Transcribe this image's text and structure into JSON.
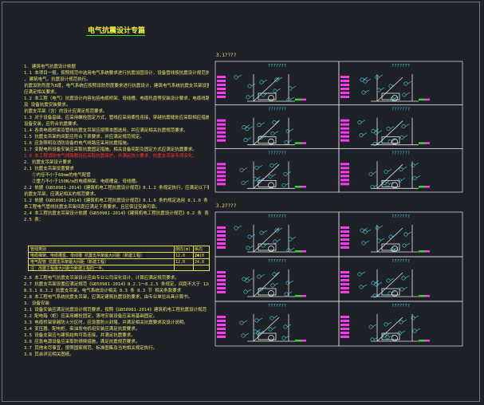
{
  "drawing": {
    "title": "电气抗震设计专篇",
    "colors": {
      "background": "#1e2228",
      "text_yellow": "#eee36a",
      "grid_white": "#e6e6e6",
      "symbol_cyan": "#4fd2e6",
      "tag_magenta": "#ff3cf0",
      "marker_green": "#3ad43a",
      "warning_red": "#ff3030"
    }
  },
  "notes": {
    "lines": [
      {
        "text": "1. 建筑电气抗震设计依据",
        "style": "normal"
      },
      {
        "text": "1.1 本项目一般，按照规范中选用电气系统要求进行抗震加固设计，设备管线按抗震设计规范执行抗震规定",
        "style": "normal"
      },
      {
        "text": "  , 建筑电气，抗震设计规范执行。",
        "style": "normal"
      },
      {
        "text": "抗震设防烈度为8度，电气系统应按照设防烈度要求进行抗震设计，建筑电气系统抗震支吊架设置",
        "style": "normal"
      },
      {
        "text": "  应满足相关要求。",
        "style": "normal"
      },
      {
        "text": "1.2 本工程（电气）抗震设计内容包括电缆桥架、母线槽、电缆托盘等安装设计要求，电缆线路抗震设计",
        "style": "normal"
      },
      {
        "text": "  及 设备抗震安装要求。",
        "style": "normal"
      },
      {
        "text": "抗震支吊架（含）的设计应满足规范要求。",
        "style": "normal"
      },
      {
        "text": "1.3 对于设备基础，应采用螺栓固定方式，管线应采用柔性连接，穿越抗震缝处应采取相应措施，",
        "style": "normal"
      },
      {
        "text": "  设备安装，应符合抗震要求。",
        "style": "normal"
      },
      {
        "text": "1.4 各类电缆桥架及管线抗震支吊架应按照本图选用，并应满足相关抗震规范要求。",
        "style": "normal"
      },
      {
        "text": "1.5 抗震支吊架的间距应符合下表要求，并应满足规范规定。",
        "style": "normal"
      },
      {
        "text": "1.6 应急照明及消防设备的电气线路应采用抗震措施。",
        "style": "normal"
      },
      {
        "text": "1.7 变配电所设备安装应采取抗震固定措施，相关设备间距及固定方式应满足抗震要求。",
        "style": "normal"
      },
      {
        "text": "1.8 本工程消防电气线路敷设应采取抗震保护，并满足防火要求，抗震支吊架专项深化。",
        "style": "red"
      },
      {
        "text": "2. 抗震支吊架设计要求",
        "style": "normal"
      },
      {
        "text": "2.1 抗震支吊架设置要求",
        "style": "normal"
      },
      {
        "text": "①内径不小于60mm的电气配管",
        "style": "indent"
      },
      {
        "text": "②重力不小于150N/m的电缆梯架、电缆槽盒、母线槽。",
        "style": "indent"
      },
      {
        "text": "2.2 依据《GB50981-2014》《建筑机电工程抗震设计规范》8.1.2 条规定执行，应满足以下要求。",
        "style": "normal"
      },
      {
        "text": "抗震支吊架，应满足相关的规范要求。",
        "style": "normal"
      },
      {
        "text": "  1.2 依据《GB50981-2014》《建筑机电工程抗震设计规范》8.1.6 条的规定选用 8.1.6 条 相关规定，应满足要求。",
        "style": "normal"
      },
      {
        "text": "本工程电气管线抗震支吊架间距应满足下表要求，且应保证安装可靠。",
        "style": "normal"
      },
      {
        "text": "2.4 本工程抗震支吊架设计依据《GB50981-2014》《建筑机电工程抗震设计规范》8.2 条 表格要求",
        "style": "normal"
      },
      {
        "text": "2.5 表：",
        "style": "normal"
      }
    ]
  },
  "spacing_table": {
    "headers": [
      "管线类别",
      "侧向(m)",
      "纵向(m)"
    ],
    "rows": [
      [
        "电缆梯架、电缆槽盒、母线槽 抗震支吊架最大间距（新建工程）",
        "12.0",
        "24.0"
      ],
      [
        "电气配管 抗震支吊架最大间距（新建工程）",
        "12.0",
        "24.0"
      ],
      [
        "注：改建工程最大间距为新建工程的一半。",
        "",
        ""
      ]
    ]
  },
  "notes_lower": {
    "lines": [
      {
        "text": "2.6 本工程电气抗震支吊架设计应由专业公司深化设计，计算应满足规范要求。",
        "style": "normal"
      },
      {
        "text": "2.7 抗震支吊架设置应满足规范《GB50981-2014》8.2.1～8.2.5 条规定，间距不大于 12m，纵向不大于 24m。",
        "style": "normal"
      },
      {
        "text": "  8.3.1 8.3.2 抗震支吊架，电气系统设计相关 8.3 条 8.3 节 相关条款要求",
        "style": "normal"
      },
      {
        "text": "2.8 本工程电气系统抗震支吊架，应满足建筑抗震设防要求，由专业单位出具计算书。",
        "style": "normal"
      },
      {
        "text": "3. 设备安装",
        "style": "normal"
      },
      {
        "text": "3.1 设备安装应满足抗震设计规范要求，按照《GB50981-2014》建筑机电工程抗震设计规范 8.4 条执行。",
        "style": "normal"
      },
      {
        "text": "3.2 配电箱（柜）应采用螺栓固定，落地安装设备应采用基础固定。",
        "style": "normal"
      },
      {
        "text": "3.3 电缆桥架穿越防火分区时，应设置防火封堵，并满足相关抗震要求及设计说明。",
        "style": "normal"
      },
      {
        "text": "3.4 变压器、配电柜、柴油发电机组安装应满足抗震要求。",
        "style": "normal"
      },
      {
        "text": "3.5 设备支架应与建筑结构可靠连接，并满足抗震要求。",
        "style": "normal"
      },
      {
        "text": "3.6 应急电源设备应采取防倾倒措施，满足抗震规范要求。",
        "style": "normal"
      },
      {
        "text": "3.7 其他未尽事宜，按照国家规范、标准图集及当地相关规定执行。",
        "style": "normal"
      },
      {
        "text": "3.8 其余详见相关图纸。",
        "style": "normal"
      }
    ]
  },
  "sections": {
    "upper_label": "3.1????",
    "lower_label": "3.2????",
    "detail_title": "???????"
  }
}
